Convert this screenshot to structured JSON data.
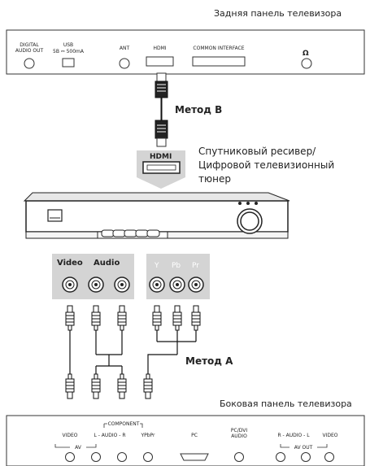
{
  "back_panel": {
    "title": "Задняя панель телевизора",
    "ports": {
      "digital_audio_out": "DIGITAL\nAUDIO OUT",
      "usb": "USB",
      "usb_spec": "5В ⎓ 500mA",
      "ant": "ANT",
      "hdmi": "HDMI",
      "common_interface": "COMMON INTERFACE",
      "headphones": "Ω"
    }
  },
  "method_b": "Метод B",
  "method_a": "Метод A",
  "receiver": {
    "hdmi_label": "HDMI",
    "description": "Спутниковый ресивер/\nЦифровой телевизионный\nтюнер",
    "video_label": "Video",
    "audio_label": "Audio",
    "y_label": "Y",
    "pb_label": "Pb",
    "pr_label": "Pr"
  },
  "side_panel": {
    "title": "Боковая панель телевизора",
    "ports": {
      "video": "VIDEO",
      "audio_lr": "L - AUDIO - R",
      "component": "COMPONENT",
      "ypbpr": "YPbPr",
      "pc": "PC",
      "pc_dvi_audio": "PC/DVI\nAUDIO",
      "audio_rl": "R - AUDIO - L",
      "video2": "VIDEO",
      "av": "AV",
      "av_out": "AV OUT"
    }
  }
}
